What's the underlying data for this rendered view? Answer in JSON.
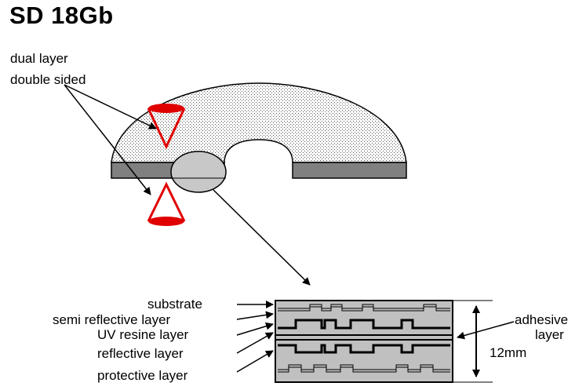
{
  "title": "SD 18Gb",
  "labels": {
    "dual_layer": "dual layer",
    "double_sided": "double sided",
    "substrate": "substrate",
    "semi_reflective_layer": "semi reflective layer",
    "uv_resine_layer": "UV resine layer",
    "reflective_layer": "reflective layer",
    "protective_layer": "protective layer",
    "adhesive": "adhesive",
    "layer": "layer",
    "thickness": "12mm"
  },
  "colors": {
    "disc_fill": "#dcdcdc",
    "disc_base": "#808080",
    "laser": "#e00000",
    "lens": "#c8c8c8",
    "layer_fill": "#c0c0c0",
    "outline": "#000000"
  }
}
